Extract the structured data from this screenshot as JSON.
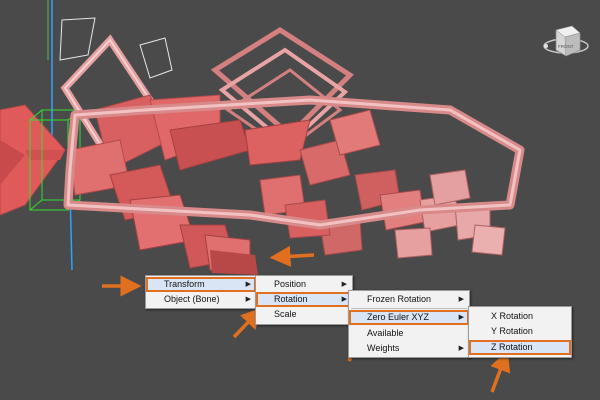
{
  "viewcube": {
    "face_label": "FRONT"
  },
  "menus": {
    "root": {
      "items": [
        "Transform",
        "Object (Bone)"
      ]
    },
    "transform": {
      "items": [
        "Position",
        "Rotation",
        "Scale"
      ]
    },
    "rotation": {
      "items": [
        "Frozen Rotation",
        "Zero Euler XYZ",
        "Available",
        "Weights"
      ]
    },
    "euler": {
      "items": [
        "X Rotation",
        "Y Rotation",
        "Z Rotation"
      ]
    }
  },
  "colors": {
    "viewport_bg": "#4a4a4a",
    "geometry_fill": "#e06a6a",
    "geometry_light": "#e8a0a0",
    "highlight": "#e07020",
    "bounding_box": "#30e030",
    "axis_z": "#2da2ff"
  }
}
